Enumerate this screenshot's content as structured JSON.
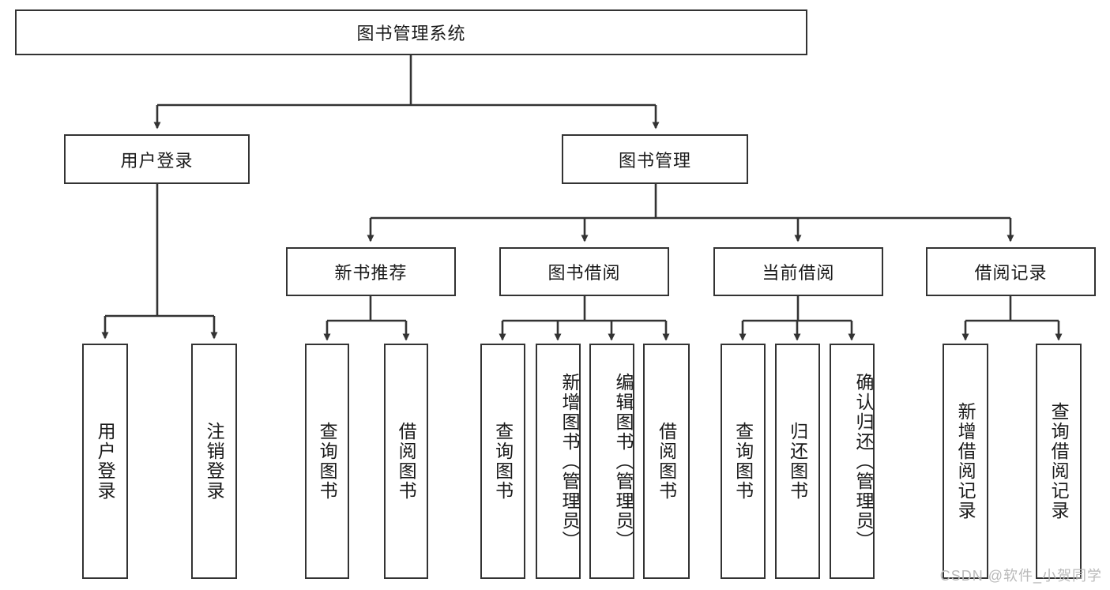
{
  "diagram": {
    "title": "图书管理系统",
    "type": "tree-hierarchy-diagram",
    "orientation": "top-down",
    "colors": {
      "box_border": "#333333",
      "box_fill": "#ffffff",
      "edge": "#333333",
      "text": "#1a1a1a",
      "watermark": "#b9b9b9",
      "background": "#ffffff"
    },
    "root": {
      "label": "图书管理系统"
    },
    "level2": [
      {
        "label": "用户登录"
      },
      {
        "label": "图书管理"
      }
    ],
    "level3": [
      {
        "label": "新书推荐"
      },
      {
        "label": "图书借阅"
      },
      {
        "label": "当前借阅"
      },
      {
        "label": "借阅记录"
      }
    ],
    "leaves": {
      "user_login": [
        {
          "label": "用户登录"
        },
        {
          "label": "注销登录"
        }
      ],
      "new_book_recommend": [
        {
          "label": "查询图书"
        },
        {
          "label": "借阅图书"
        }
      ],
      "book_borrow": [
        {
          "label": "查询图书"
        },
        {
          "label": "新增图书（管理员）"
        },
        {
          "label": "编辑图书（管理员）"
        },
        {
          "label": "借阅图书"
        }
      ],
      "current_borrow": [
        {
          "label": "查询图书"
        },
        {
          "label": "归还图书"
        },
        {
          "label": "确认归还（管理员）"
        }
      ],
      "borrow_record": [
        {
          "label": "新增借阅记录"
        },
        {
          "label": "查询借阅记录"
        }
      ]
    }
  },
  "watermark": {
    "text": "CSDN @软件_小贺同学"
  }
}
